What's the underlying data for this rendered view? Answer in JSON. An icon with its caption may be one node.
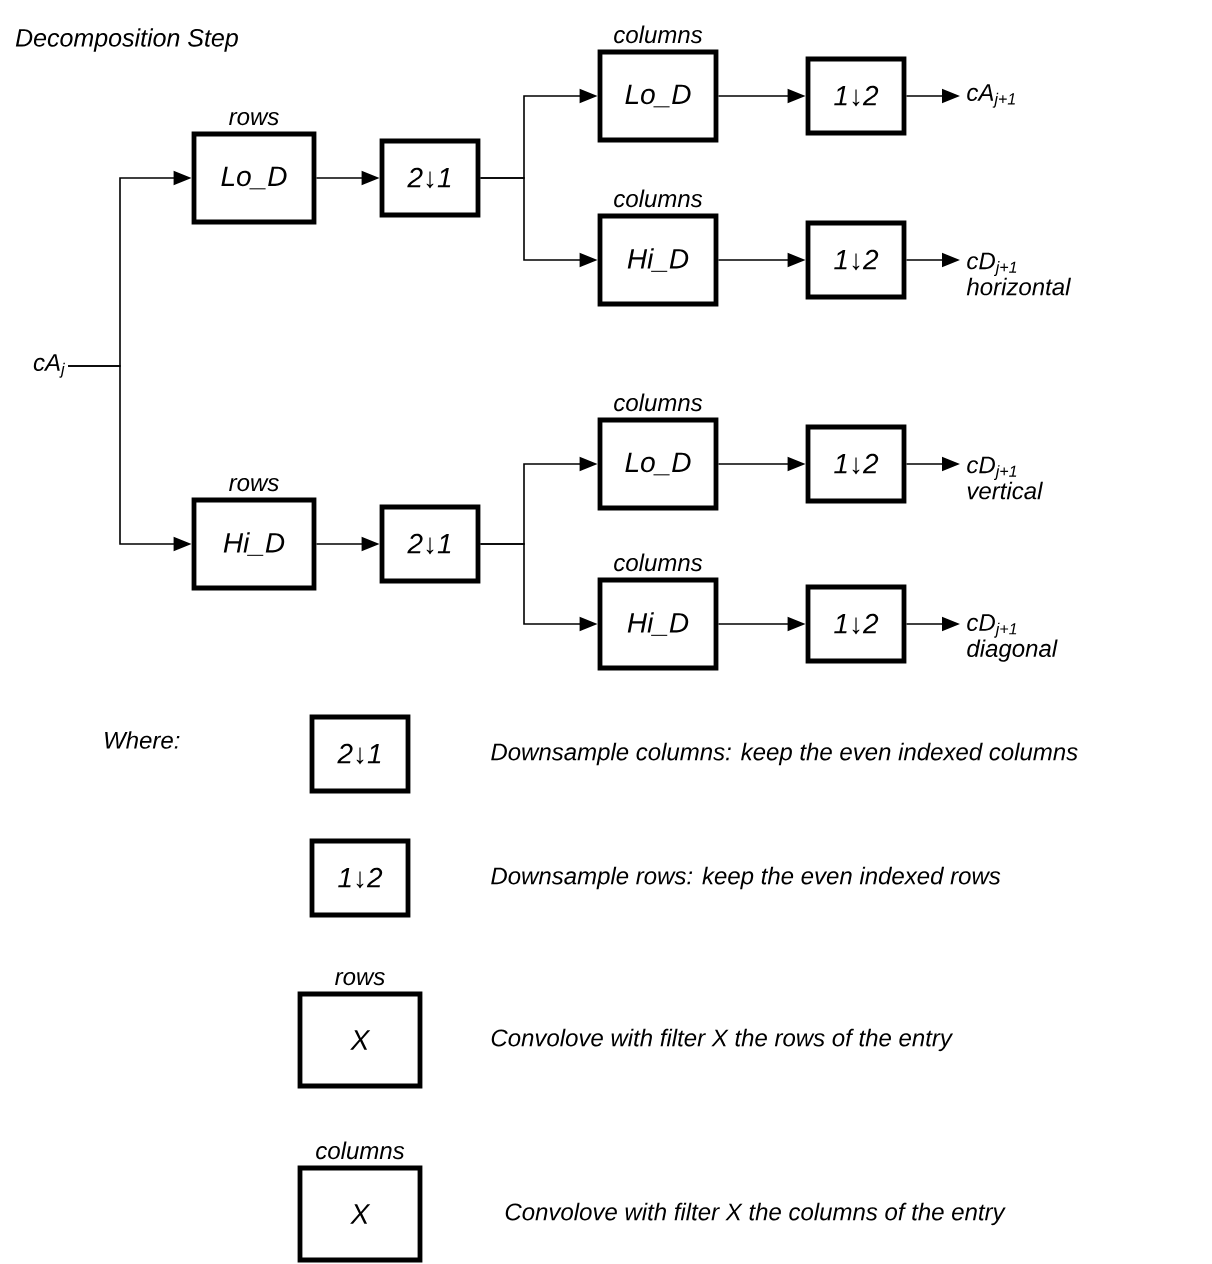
{
  "diagram": {
    "title": "Decomposition Step",
    "nodes": [
      {
        "text": [
          "cA$_{j}$"
        ]
      },
      {
        "text": [
          "rows",
          "Lo_D"
        ]
      },
      {
        "text": [
          "2↓1"
        ]
      },
      {
        "text": [
          "rows",
          "Hi_D"
        ]
      },
      {
        "text": [
          "2↓1"
        ]
      },
      {
        "text": [
          "columns",
          "Lo_D"
        ]
      },
      {
        "text": [
          "1↓2"
        ]
      },
      {
        "text": [
          "cA$_{j+1}$"
        ]
      },
      {
        "text": [
          "columns",
          "Hi_D"
        ]
      },
      {
        "text": [
          "1↓2"
        ]
      },
      {
        "text": [
          "cD$_{j+1}$",
          "horizontal"
        ]
      },
      {
        "text": [
          "columns",
          "Lo_D"
        ]
      },
      {
        "text": [
          "1↓2"
        ]
      },
      {
        "text": [
          "cD$_{j+1}$",
          "vertical"
        ]
      },
      {
        "text": [
          "columns",
          "Hi_D"
        ]
      },
      {
        "text": [
          "1↓2"
        ]
      },
      {
        "text": [
          "cD$_{j+1}$",
          "diagonal"
        ]
      },
      {
        "text": [
          "2↓1"
        ],
        "beside": [
          "Downsample columns: keep the even indexed columns"
        ]
      },
      {
        "text": [
          "1↓2"
        ],
        "beside": [
          "Downsample rows: keep the even indexed rows"
        ]
      },
      {
        "text": [
          "rows",
          "X"
        ],
        "beside": [
          "Convolove with filter X the rows of the entry"
        ]
      },
      {
        "text": [
          "columns",
          "X"
        ],
        "beside": [
          "Convolove with filter X the columns of the entry"
        ]
      }
    ],
    "edges": [
      {
        "from": 0,
        "to": 1,
        "arrow": "to"
      },
      {
        "from": 0,
        "to": 3,
        "arrow": "to"
      },
      {
        "from": 1,
        "to": 2,
        "arrow": "to"
      },
      {
        "from": 3,
        "to": 4,
        "arrow": "to"
      },
      {
        "from": 2,
        "to": 5,
        "arrow": "to"
      },
      {
        "from": 2,
        "to": 8,
        "arrow": "to"
      },
      {
        "from": 5,
        "to": 6,
        "arrow": "to"
      },
      {
        "from": 6,
        "to": 7,
        "arrow": "to"
      },
      {
        "from": 8,
        "to": 9,
        "arrow": "to"
      },
      {
        "from": 9,
        "to": 10,
        "arrow": "to"
      },
      {
        "from": 4,
        "to": 11,
        "arrow": "to"
      },
      {
        "from": 4,
        "to": 14,
        "arrow": "to"
      },
      {
        "from": 11,
        "to": 12,
        "arrow": "to"
      },
      {
        "from": 12,
        "to": 13,
        "arrow": "to"
      },
      {
        "from": 14,
        "to": 15,
        "arrow": "to"
      },
      {
        "from": 15,
        "to": 16,
        "arrow": "to"
      }
    ],
    "labels": [
      "Where:"
    ]
  }
}
